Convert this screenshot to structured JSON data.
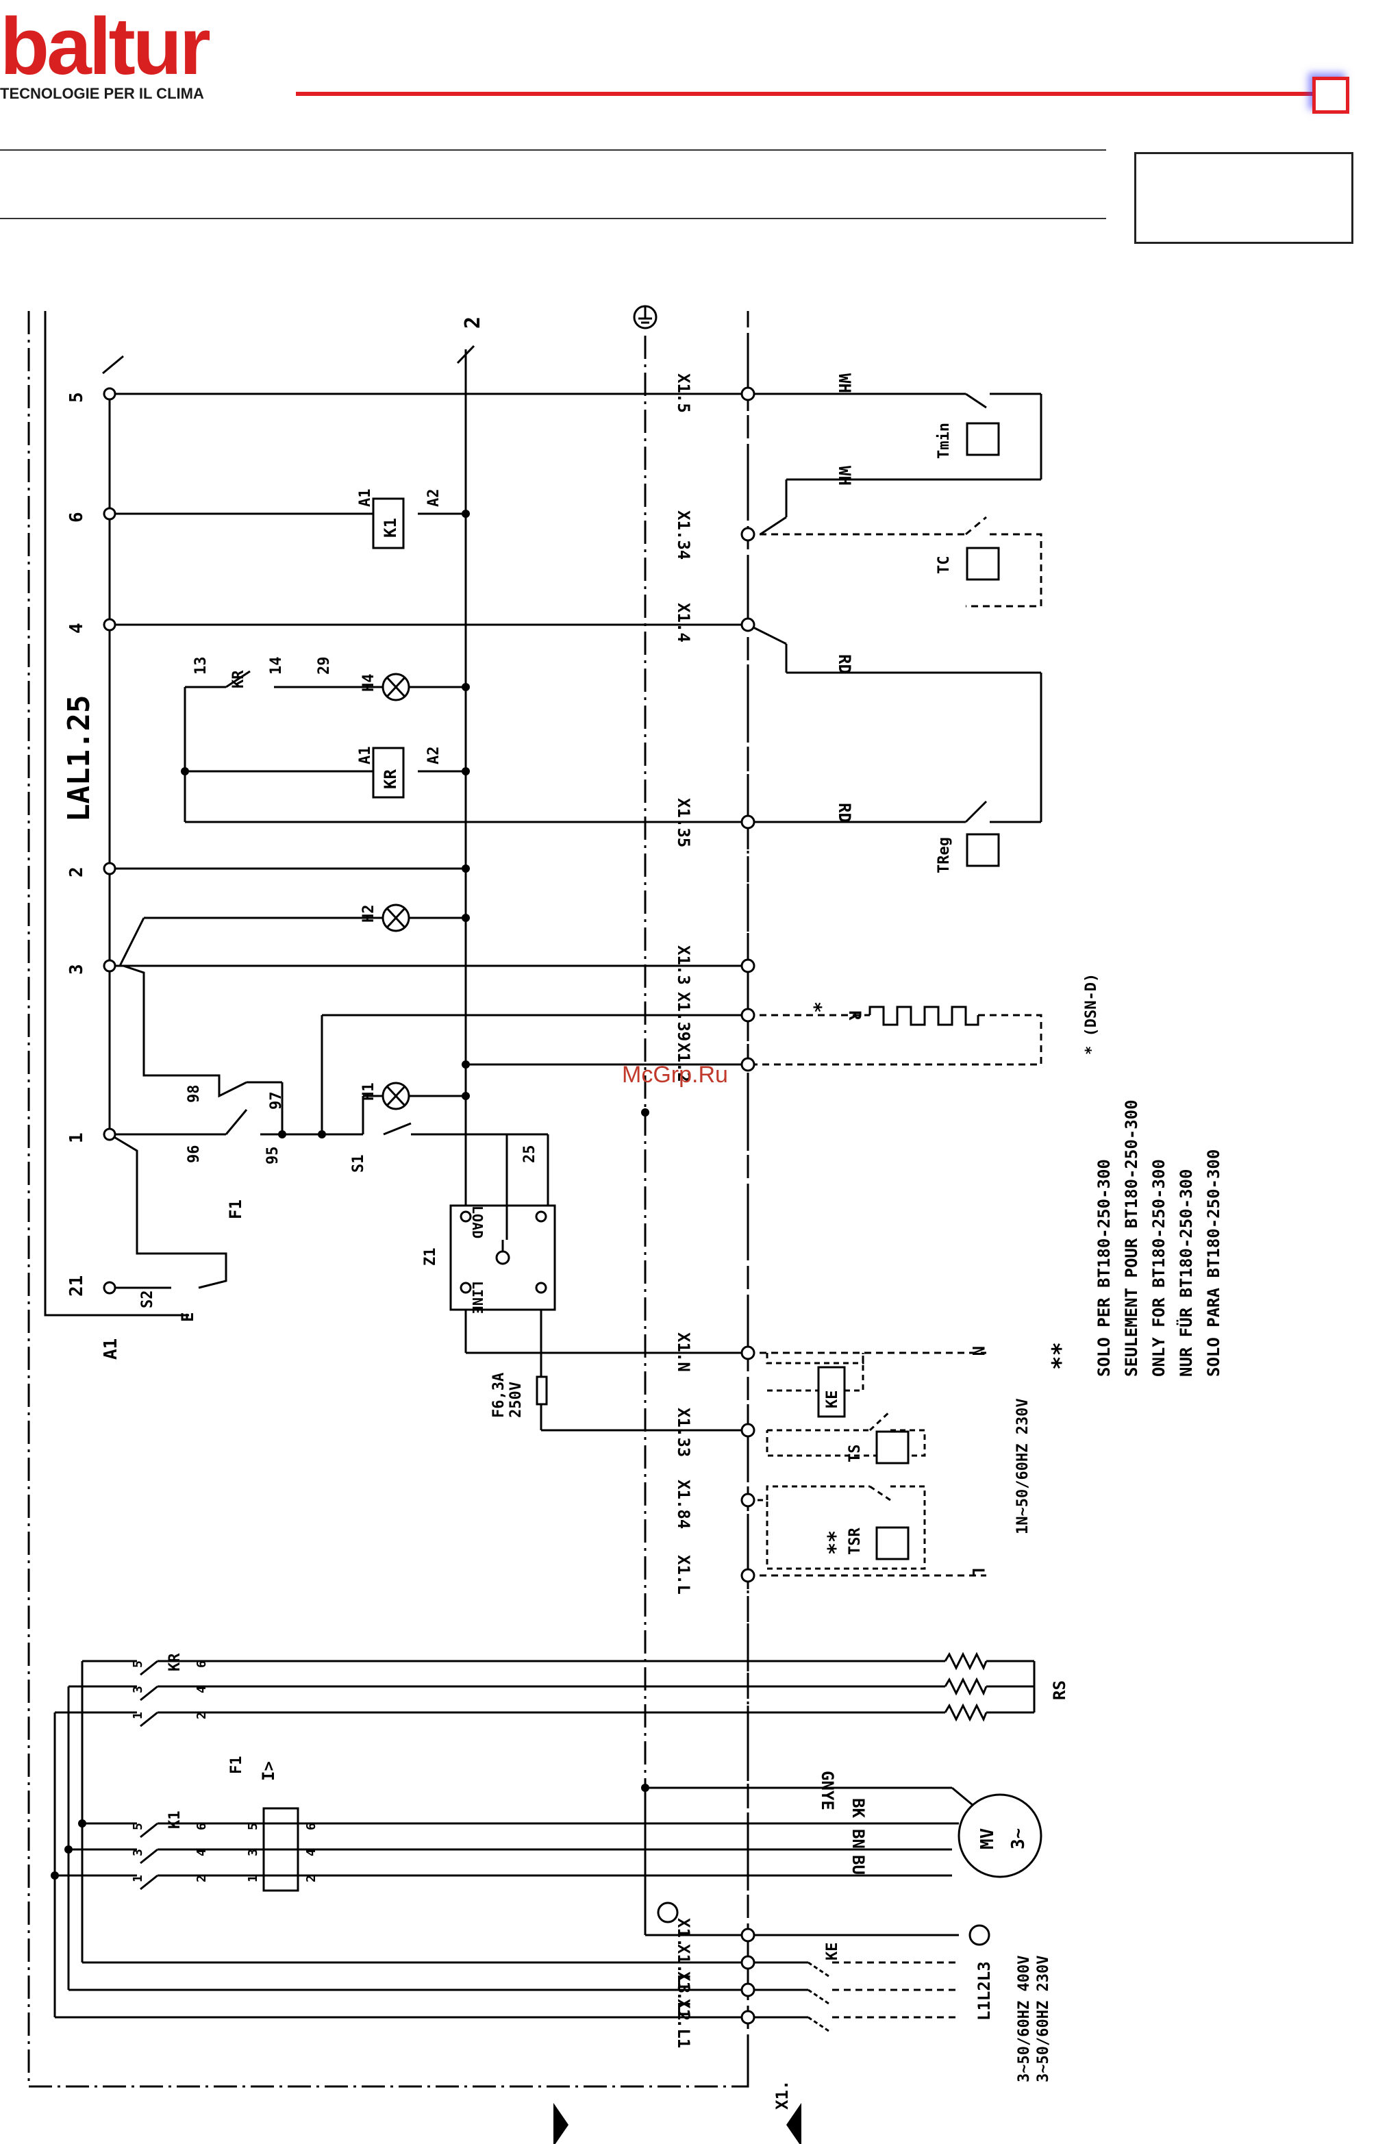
{
  "brand": {
    "name": "baltur",
    "tagline": "TECNOLOGIE PER IL CLIMA",
    "color": "#e31e24"
  },
  "watermark": "McGrp.Ru",
  "controller_label": "LAL1.25",
  "terminals_left": [
    "5",
    "6",
    "4",
    "2",
    "3",
    "1",
    "21"
  ],
  "a1": "A1",
  "bus2": "2",
  "relays": {
    "k1": "K1",
    "kr": "KR",
    "a1": "A1",
    "a2": "A2"
  },
  "lamps": {
    "h4": "H4",
    "h2": "H2",
    "h1": "H1"
  },
  "kr_contacts": [
    "13",
    "KR",
    "14",
    "29"
  ],
  "f1": {
    "label": "F1",
    "pins": [
      "96",
      "98",
      "97",
      "95"
    ]
  },
  "s1": "S1",
  "s2": "S2",
  "e": "E",
  "pin25": "25",
  "z1": {
    "label": "Z1",
    "load": "LOAD",
    "line": "LINE"
  },
  "fuse": {
    "rating": "F6,3A",
    "voltage": "250V"
  },
  "x1_terminals": [
    "X1.5",
    "X1.34",
    "X1.4",
    "X1.35",
    "X1.3",
    "X1.39",
    "X1.2",
    "X1.N",
    "X1.33",
    "X1.84",
    "X1.L"
  ],
  "x1_power": [
    "X1.",
    "X1.L3",
    "X1.L2",
    "X1.L1"
  ],
  "x1_strip": "X1.",
  "wires": {
    "wh": "WH",
    "rd": "RD",
    "gnye": "GNYE",
    "bk": "BK",
    "bn": "BN",
    "bu": "BU",
    "n": "N",
    "l": "L"
  },
  "thermostats": {
    "tmin": "Tmin",
    "tc": "TC",
    "treg": "TReg",
    "ts": "TS",
    "tsr": "TSR",
    "ke": "KE"
  },
  "resistor": {
    "label": "R",
    "star": "*",
    "note": "* (DSN-D)"
  },
  "supply_single": "1N~50/60HZ 230V",
  "supply_three": [
    "3~50/60HZ 400V",
    "3~50/60HZ 230V"
  ],
  "lines": "L1L2L3",
  "motor": {
    "label": "MV",
    "phase": "3~"
  },
  "heater": "RS",
  "contactor_pins": [
    "1",
    "3",
    "5",
    "2",
    "4",
    "6"
  ],
  "f1_symbol": "I>",
  "notes_stars": "**",
  "notes": [
    "SOLO PER BT180-250-300",
    "SEULEMENT POUR BT180-250-300",
    "ONLY FOR BT180-250-300",
    "NUR FÜR BT180-250-300",
    "SOLO PARA BT180-250-300"
  ]
}
